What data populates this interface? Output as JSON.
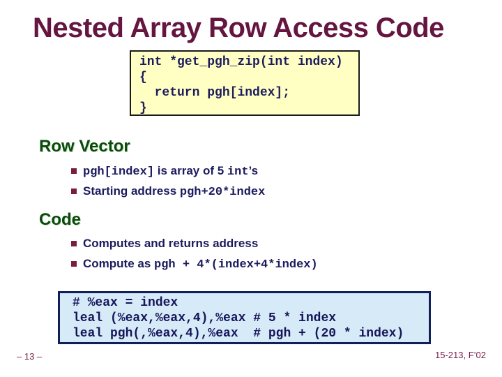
{
  "slide": {
    "title": "Nested Array Row Access Code",
    "c_code": {
      "lines": [
        "int *get_pgh_zip(int index)",
        "{",
        "  return pgh[index];",
        "}"
      ]
    },
    "sections": {
      "row_vector": {
        "heading": "Row Vector",
        "bullets": {
          "b1": [
            {
              "text": "pgh[index]",
              "mono": true
            },
            {
              "text": " is array of 5 ",
              "mono": false
            },
            {
              "text": "int",
              "mono": true
            },
            {
              "text": "’s",
              "mono": false
            }
          ],
          "b2": [
            {
              "text": "Starting address ",
              "mono": false
            },
            {
              "text": "pgh+20*index",
              "mono": true
            }
          ]
        }
      },
      "code": {
        "heading": "Code",
        "bullets": {
          "b1": [
            {
              "text": "Computes and returns address",
              "mono": false
            }
          ],
          "b2": [
            {
              "text": "Compute as ",
              "mono": false
            },
            {
              "text": "pgh + 4*(index+4*index)",
              "mono": true
            }
          ]
        }
      }
    },
    "asm_code": {
      "lines": [
        "# %eax = index",
        "leal (%eax,%eax,4),%eax # 5 * index",
        "leal pgh(,%eax,4),%eax  # pgh + (20 * index)"
      ]
    },
    "footer": {
      "page_number": "– 13 –",
      "course": "15-213, F’02"
    }
  },
  "colors": {
    "title_maroon": "#641540",
    "heading_green": "#0B4A0B",
    "body_navy": "#1B1B5E",
    "bullet_square_maroon": "#7A1E3E",
    "c_box_background": "#FFFFC4",
    "c_box_border": "#1a1a1a",
    "asm_box_background": "#D7EAF7",
    "asm_box_border": "#10205A",
    "footer_maroon": "#7A2048"
  }
}
